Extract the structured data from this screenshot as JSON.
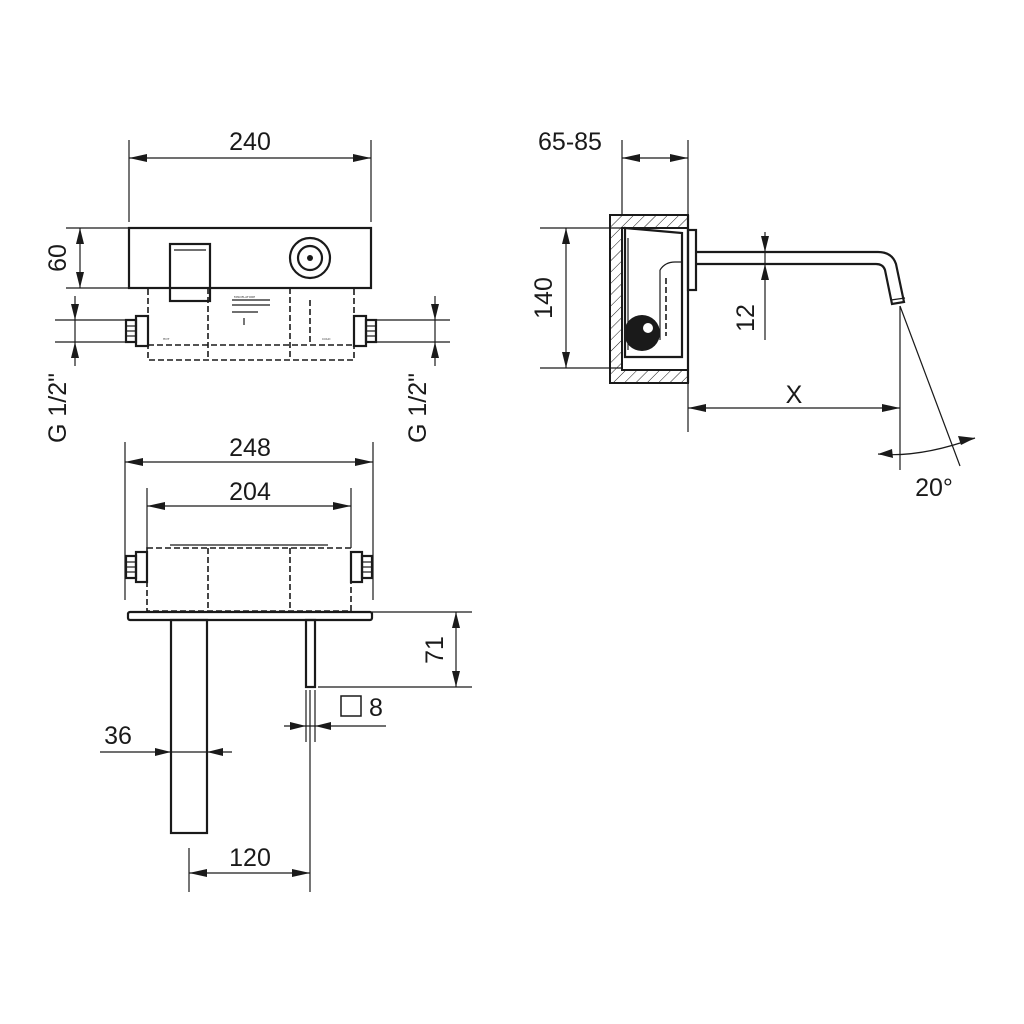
{
  "dimensions": {
    "top_width": "240",
    "top_height": "60",
    "inlet_left": "G 1/2\"",
    "inlet_right": "G 1/2\"",
    "side_depth": "65-85",
    "side_height": "140",
    "spout_thickness": "12",
    "projection": "X",
    "spray_angle": "20°",
    "bottom_outer_width": "248",
    "bottom_inner_width": "204",
    "lever_length": "71",
    "lever_square": "8",
    "spout_width": "36",
    "spout_offset": "120"
  },
  "labels": {
    "box_text_1": "MISCELATORE",
    "box_text_2": "HOT",
    "box_text_3": "COLD"
  }
}
